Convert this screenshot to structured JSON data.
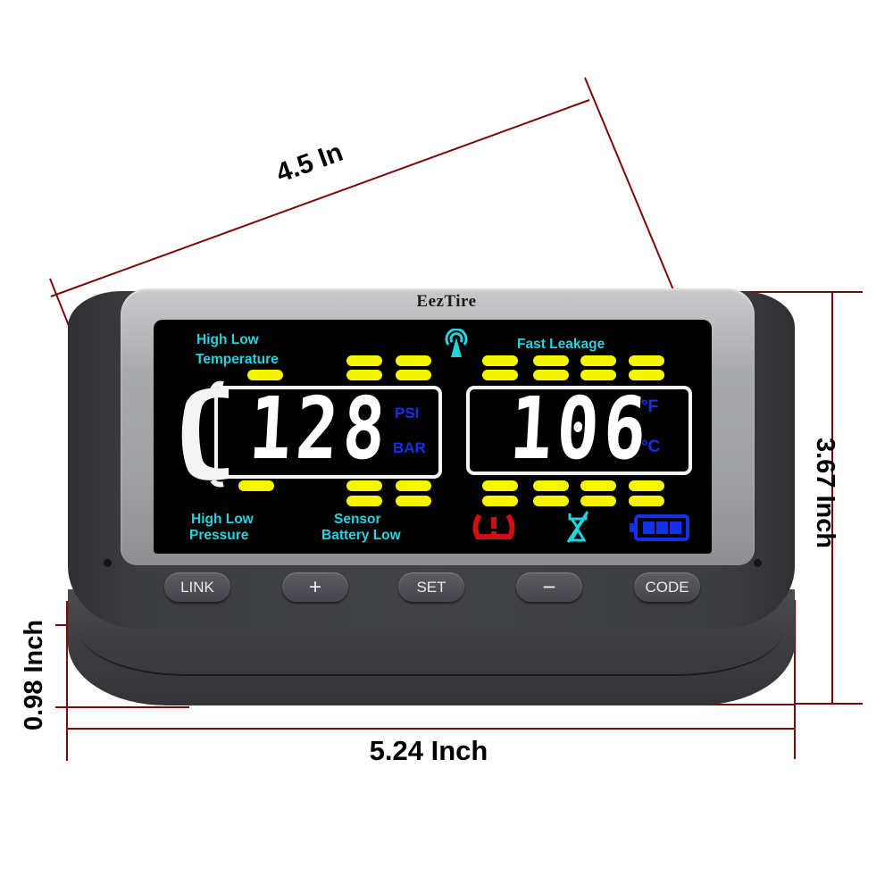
{
  "product": {
    "brand": "EezTire",
    "type": "Tire Pressure Monitoring System display"
  },
  "dimensions": {
    "diagonal": "4.5 In",
    "height": "3.67 Inch",
    "thickness": "0.98 Inch",
    "width": "5.24 Inch",
    "line_color": "#7a0a0a"
  },
  "screen": {
    "labels": {
      "high_low_temp_line1": "High  Low",
      "high_low_temp_line2": "Temperature",
      "fast_leakage": "Fast Leakage",
      "high_low_pressure_line1": "High Low",
      "high_low_pressure_line2": "Pressure",
      "sensor_battery_line1": "Sensor",
      "sensor_battery_line2": "Battery Low"
    },
    "pressure": {
      "value": "128",
      "unit_psi": "PSI",
      "unit_bar": "BAR"
    },
    "temperature": {
      "value": "106",
      "unit_f": "°F",
      "unit_c": "°C"
    },
    "icons": [
      "signal-tower-icon",
      "tpms-warning-icon",
      "sensor-battery-icon",
      "battery-full-icon"
    ],
    "colors": {
      "label_cyan": "#22d4e0",
      "segment_yellow": "#f5f500",
      "unit_blue": "#1530e8",
      "warning_red": "#d01010"
    }
  },
  "buttons": [
    {
      "label": "LINK"
    },
    {
      "label": "+"
    },
    {
      "label": "SET"
    },
    {
      "label": "−"
    },
    {
      "label": "CODE"
    }
  ]
}
